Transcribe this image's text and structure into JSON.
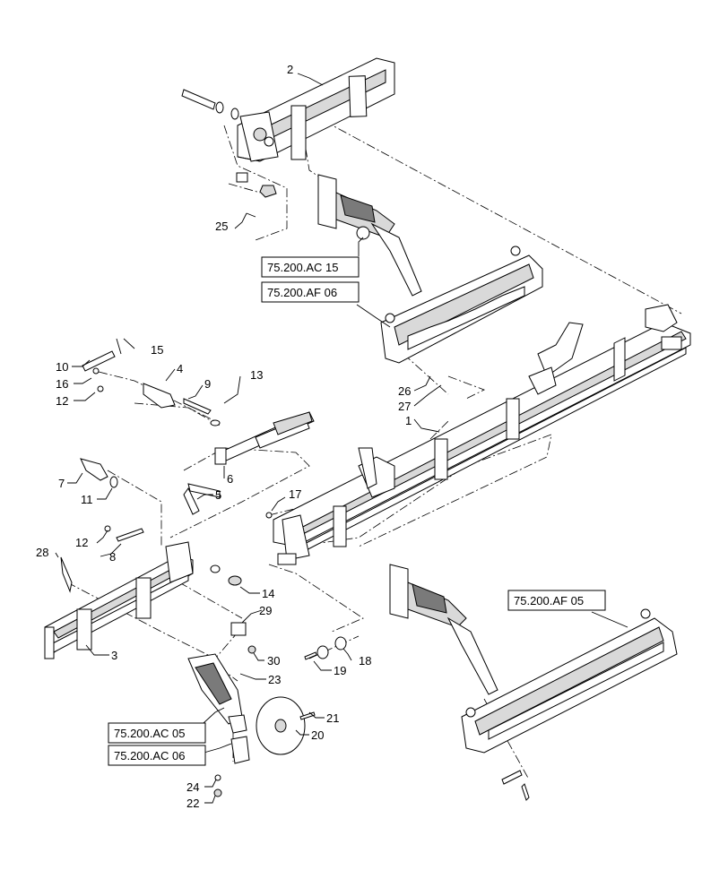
{
  "callouts": {
    "c1": "1",
    "c2": "2",
    "c3": "3",
    "c4": "4",
    "c5": "5",
    "c6": "6",
    "c7": "7",
    "c8": "8",
    "c9": "9",
    "c10": "10",
    "c11": "11",
    "c12a": "12",
    "c12b": "12",
    "c13": "13",
    "c14": "14",
    "c15": "15",
    "c16": "16",
    "c17": "17",
    "c18": "18",
    "c19": "19",
    "c20": "20",
    "c21": "21",
    "c22": "22",
    "c23": "23",
    "c24": "24",
    "c25": "25",
    "c26": "26",
    "c27": "27",
    "c28": "28",
    "c29": "29",
    "c30": "30"
  },
  "references": {
    "ac15": "75.200.AC 15",
    "af06": "75.200.AF 06",
    "af05": "75.200.AF 05",
    "ac05": "75.200.AC 05",
    "ac06": "75.200.AC 06"
  }
}
